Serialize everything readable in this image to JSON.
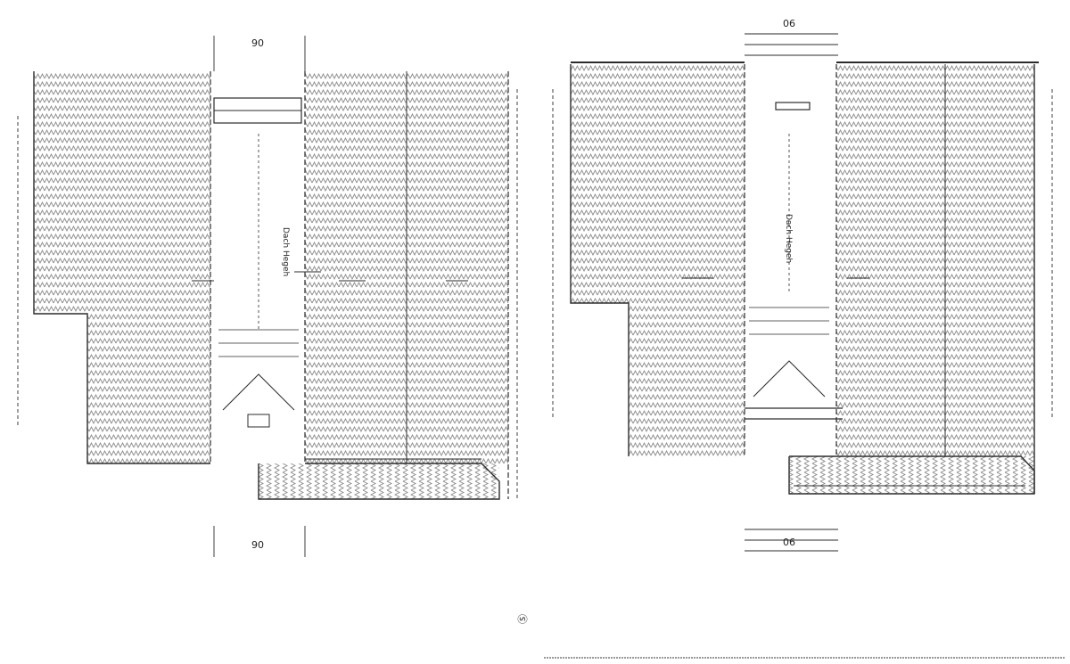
{
  "drawing": {
    "left_plan": {
      "stair_label": "Dach Hegeh",
      "top_dim_text": "90",
      "bottom_dim_text": "90",
      "side_mark": "Ⓢ"
    },
    "right_plan": {
      "stair_label": "Dach Hegeh",
      "top_dim_text": "06",
      "bottom_dim_text": "06"
    }
  },
  "colors": {
    "line": "#2b2b2b",
    "hatch": "#8a8a8a",
    "background": "#ffffff"
  }
}
